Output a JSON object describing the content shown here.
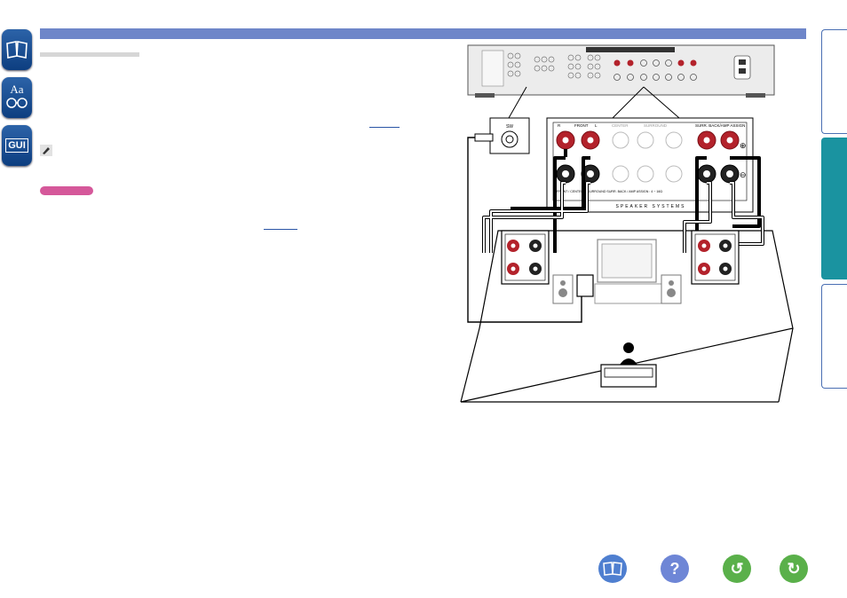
{
  "sidebar": {
    "icons": [
      {
        "name": "contents",
        "glyph": "📖"
      },
      {
        "name": "index",
        "glyph": "Aa"
      },
      {
        "name": "gui",
        "glyph": "GUI"
      }
    ]
  },
  "diagram": {
    "receiver_tag": "SW",
    "speaker_panel": {
      "front_label": "FRONT",
      "center_label": "CENTER",
      "surround_label": "SURROUND",
      "surround_back_label": "SURR. BACK/AMP ASSIGN",
      "r_label": "R",
      "l_label": "L",
      "lower_row_text": "FRONT / CENTER  R  SURROUND  SURR. BACK / AMP ASSIGN : 4 ~ 16Ω",
      "systems_text": "SPEAKER SYSTEMS",
      "plus": "⊕",
      "minus": "⊖"
    }
  },
  "bottom_nav": [
    {
      "name": "contents",
      "glyph": "📖",
      "color": "#4f7fd0"
    },
    {
      "name": "help",
      "glyph": "?",
      "color": "#6e86d6"
    },
    {
      "name": "back",
      "glyph": "↺",
      "color": "#5ab04a"
    },
    {
      "name": "forward",
      "glyph": "↻",
      "color": "#5ab04a"
    }
  ]
}
